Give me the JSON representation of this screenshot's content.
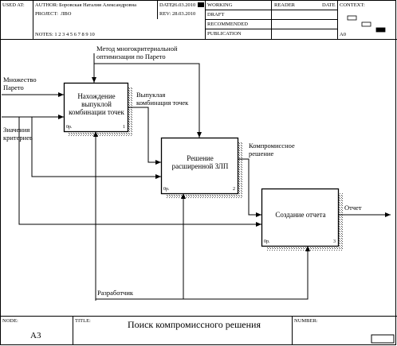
{
  "header": {
    "used_at": "USED AT:",
    "author_label": "AUTHOR:",
    "author": "Боровская Наталия Александровна",
    "project_label": "PROJECT:",
    "project": "ЛВО",
    "notes": "NOTES:  1 2 3 4 5 6 7 8 9 10",
    "date_label": "DATE:",
    "date": "26.03.2010",
    "rev_label": "REV:",
    "rev": "28.03.2010",
    "status": [
      "WORKING",
      "DRAFT",
      "RECOMMENDED",
      "PUBLICATION"
    ],
    "reader": "READER",
    "date2": "DATE",
    "context": "CONTEXT:",
    "context_node": "A0"
  },
  "boxes": [
    {
      "title": "Нахождение выпуклой комбинации точек",
      "cost": "0р.",
      "num": "1"
    },
    {
      "title": "Решение расширенной ЗЛП",
      "cost": "0р.",
      "num": "2"
    },
    {
      "title": "Создание отчета",
      "cost": "0р.",
      "num": "3"
    }
  ],
  "arrows": {
    "control_pareto": "Метод многокритериальной оптимизации по Парето",
    "input_set": "Множество Парето",
    "input_values": "Значения критериев",
    "convex": "Выпуклая комбинация точек",
    "compromise": "Компромиссное решение",
    "report": "Отчет",
    "developer": "Разработчик"
  },
  "footer": {
    "node_label": "NODE:",
    "node": "A3",
    "title_label": "TITLE:",
    "title": "Поиск компромиссного решения",
    "number_label": "NUMBER:"
  }
}
